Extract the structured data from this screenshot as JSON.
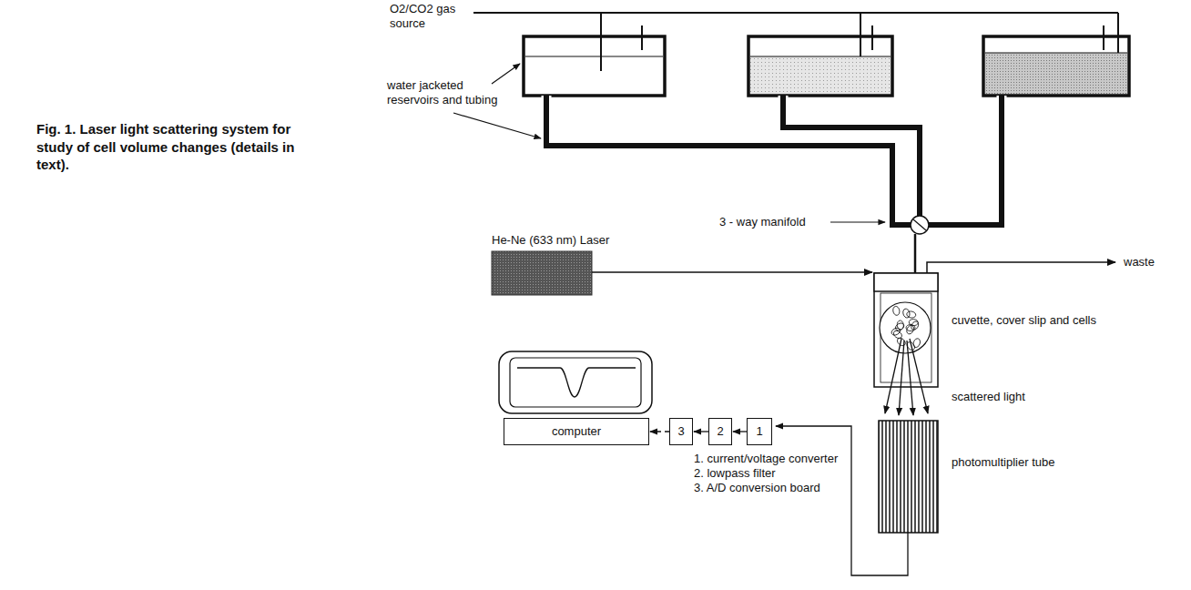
{
  "diagram": {
    "caption": "Fig. 1. Laser light scattering system for study of cell volume changes (details in text).",
    "nodes": [
      {
        "text": [
          "computer"
        ]
      },
      {
        "text": [
          "3"
        ]
      },
      {
        "text": [
          "2"
        ]
      },
      {
        "text": [
          "1"
        ]
      }
    ],
    "edges": [
      {
        "from": 3,
        "to": 2,
        "arrow": "to"
      },
      {
        "from": 2,
        "to": 1,
        "arrow": "to"
      },
      {
        "from": 1,
        "to": 0,
        "arrow": "to"
      }
    ],
    "labels": [
      "O2/CO2 gas source",
      "water jacketed reservoirs and tubing",
      "3 - way manifold",
      "He-Ne (633 nm) Laser",
      "waste",
      "cuvette, cover slip and cells",
      "scattered light",
      "photomultiplier tube",
      "1. current/voltage converter",
      "2. lowpass filter",
      "3. A/D conversion board"
    ]
  }
}
